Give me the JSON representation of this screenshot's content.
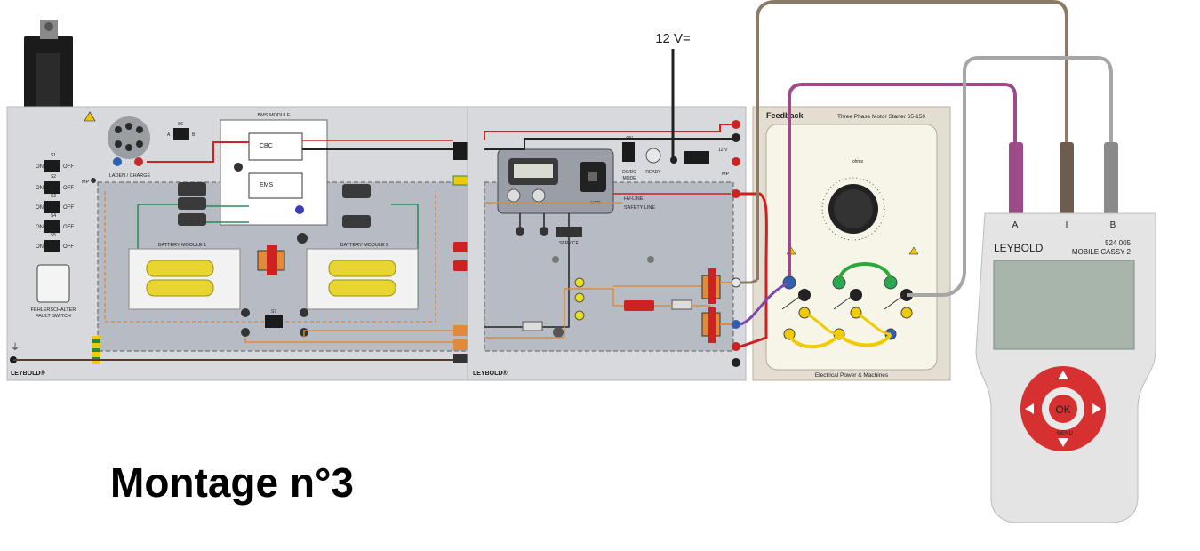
{
  "title": "Montage n°3",
  "supply_label": "12 V=",
  "left_panel": {
    "brand": "LEYBOLD®",
    "switch_labels": [
      "S1",
      "S2",
      "S3",
      "S4",
      "S5"
    ],
    "on": "ON",
    "off": "OFF",
    "fault_switch": [
      "FEHLERSCHALTER",
      "FAULT SWITCH"
    ],
    "s6": "S6",
    "s6_a": "A",
    "s6_b": "B",
    "charge_label": "LADEN / CHARGE",
    "bms_title": "BMS MODULE",
    "cbc": "CBC",
    "ems": "EMS",
    "battery1": "BATTERY MODULE 1",
    "battery2": "BATTERY MODULE 2",
    "s7": "S7",
    "mp": "MP"
  },
  "right_panel": {
    "brand": "LEYBOLD®",
    "hv_line": "HV-LINE",
    "safety_line": "SAFETY LINE",
    "usb": "USB",
    "service": "SERVICE",
    "dcdc": "DC/DC",
    "mode": "MODE",
    "ready": "READY",
    "on": "ON",
    "twelve_v": "12 V"
  },
  "motor_starter": {
    "brand": "Feedback",
    "title": "Three Phase Motor Starter 65-150",
    "footer": "Electrical Power & Machines",
    "dial_label": "ohms"
  },
  "cassy": {
    "brand": "LEYBOLD",
    "model_no": "524 005",
    "model": "MOBILE CASSY 2",
    "input_a": "A",
    "input_i": "I",
    "input_b": "B",
    "ok": "OK",
    "menu": "MENU"
  },
  "colors": {
    "lead_brown": "#8c7a66",
    "lead_purple": "#9c4a88",
    "lead_grey": "#a6a6a6",
    "wire_red": "#cc2222",
    "wire_orange": "#e08a3a",
    "wire_green": "#2a8a5a",
    "wire_yellow": "#f1cb00",
    "panel_grey": "#c8cbd0",
    "cassy_red": "#d63030"
  }
}
